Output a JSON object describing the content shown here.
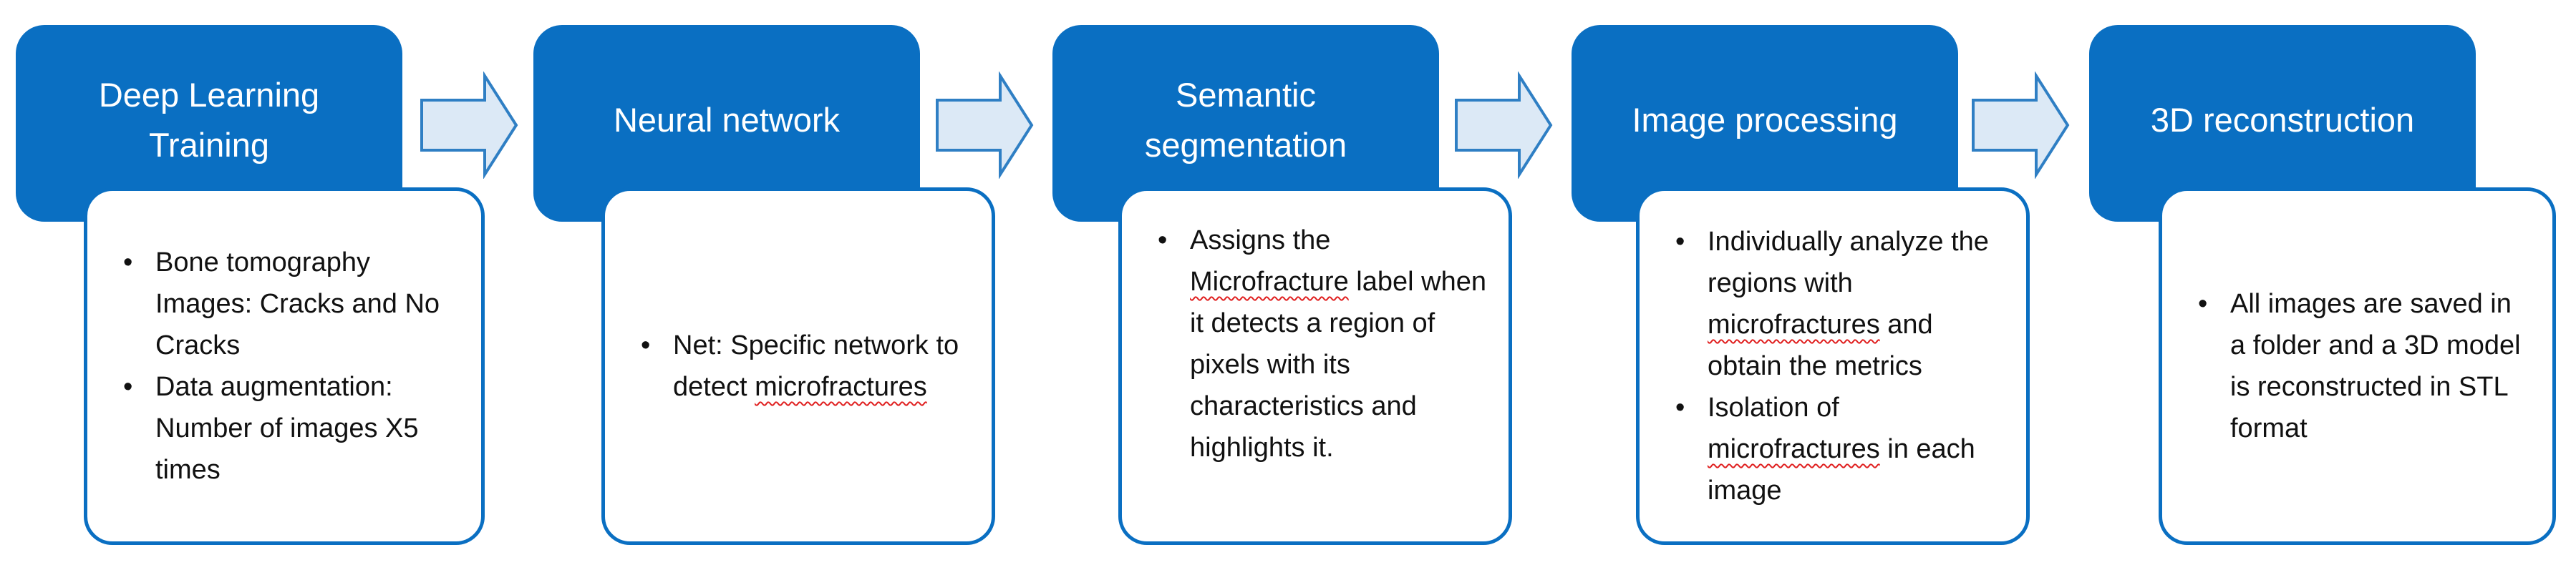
{
  "steps": [
    {
      "title": "Deep Learning Training",
      "bullets": [
        {
          "segments": [
            {
              "text": "Bone tomography Images: Cracks and No Cracks",
              "squiggle": false
            }
          ]
        },
        {
          "segments": [
            {
              "text": "Data augmentation: Number of images X5 times",
              "squiggle": false
            }
          ]
        }
      ]
    },
    {
      "title": "Neural network",
      "bullets": [
        {
          "segments": [
            {
              "text": "Net: Specific network to detect ",
              "squiggle": false
            },
            {
              "text": "microfractures",
              "squiggle": true
            }
          ]
        }
      ]
    },
    {
      "title": "Semantic segmentation",
      "bullets": [
        {
          "segments": [
            {
              "text": "Assigns the ",
              "squiggle": false
            },
            {
              "text": "Microfracture",
              "squiggle": true
            },
            {
              "text": " label when it detects a region of pixels with its characteristics and highlights it.",
              "squiggle": false
            }
          ]
        }
      ]
    },
    {
      "title": "Image processing",
      "bullets": [
        {
          "segments": [
            {
              "text": "Individually analyze the regions with ",
              "squiggle": false
            },
            {
              "text": "microfractures",
              "squiggle": true
            },
            {
              "text": " and obtain the metrics",
              "squiggle": false
            }
          ]
        },
        {
          "segments": [
            {
              "text": "Isolation of ",
              "squiggle": false
            },
            {
              "text": "microfractures",
              "squiggle": true
            },
            {
              "text": " in each image",
              "squiggle": false
            }
          ]
        }
      ]
    },
    {
      "title": "3D reconstruction",
      "bullets": [
        {
          "segments": [
            {
              "text": "All images are saved in a folder and a 3D model is reconstructed in STL format",
              "squiggle": false
            }
          ]
        }
      ]
    }
  ],
  "colors": {
    "header_fill": "#0a6fc2",
    "box_border": "#0a6fc2",
    "arrow_fill": "#dce9f6",
    "arrow_stroke": "#2f7fc4",
    "squiggle": "#e02020"
  },
  "icons": [
    "right-arrow-icon"
  ]
}
